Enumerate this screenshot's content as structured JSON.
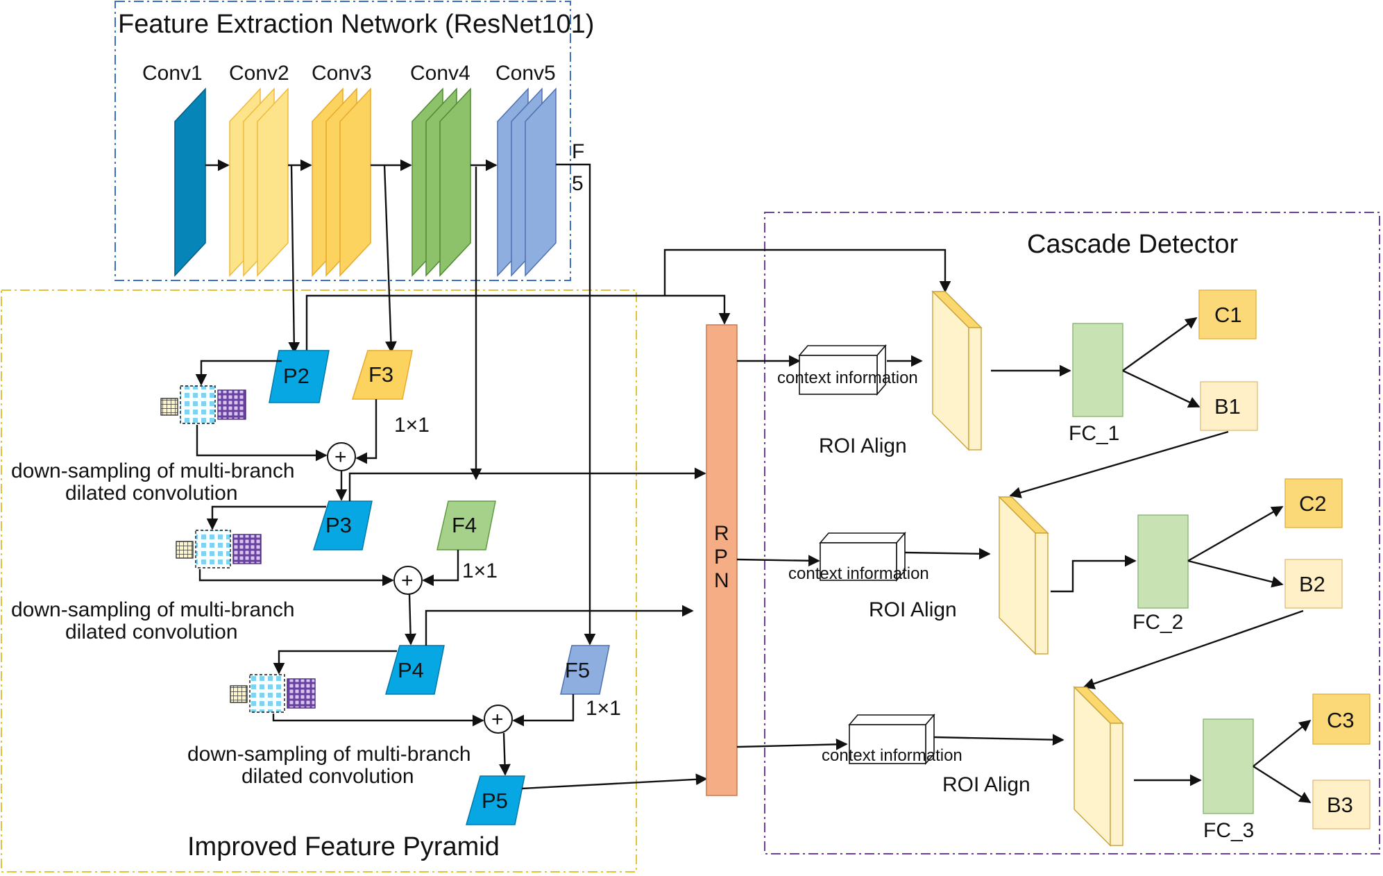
{
  "colors": {
    "conv1": "#0585b8",
    "conv2_3": "#fde48a",
    "conv2_3_edge": "#f7c94e",
    "conv4": "#8dc26a",
    "conv5": "#8faee0",
    "pyramid_p": "#06a7e2",
    "f3": "#fcd35f",
    "f4": "#a6d18a",
    "f5": "#8faee0",
    "rpn": "#f4ad84",
    "roi": "#fff3cc",
    "roi_top": "#fbd86e",
    "fc": "#c8e2b3",
    "c_box": "#fcd978",
    "b_box": "#fff0c8",
    "box_blue": "#3b6fc4",
    "box_yellow": "#e1c33a",
    "box_purple": "#6b3fa0"
  },
  "backbone": {
    "title": "Feature Extraction Network (ResNet101)",
    "stages": [
      "Conv1",
      "Conv2",
      "Conv3",
      "Conv4",
      "Conv5"
    ],
    "f5_label_top": "F",
    "f5_label_bottom": "5"
  },
  "pyramid": {
    "title": "Improved Feature Pyramid",
    "p_nodes": [
      "P2",
      "P3",
      "P4",
      "P5"
    ],
    "f_nodes": [
      "F3",
      "F4",
      "F5"
    ],
    "lateral_labels": [
      "1×1",
      "1×1",
      "1×1"
    ],
    "sum_symbol": "+",
    "downsample_label_line1": "down-sampling of multi-branch",
    "downsample_label_line2": "dilated convolution"
  },
  "rpn": {
    "letters": [
      "R",
      "P",
      "N"
    ]
  },
  "cascade": {
    "title": "Cascade Detector",
    "context_label": "context information",
    "roi_label": "ROI Align",
    "stages": [
      {
        "fc": "FC_1",
        "c": "C1",
        "b": "B1"
      },
      {
        "fc": "FC_2",
        "c": "C2",
        "b": "B2"
      },
      {
        "fc": "FC_3",
        "c": "C3",
        "b": "B3"
      }
    ]
  }
}
